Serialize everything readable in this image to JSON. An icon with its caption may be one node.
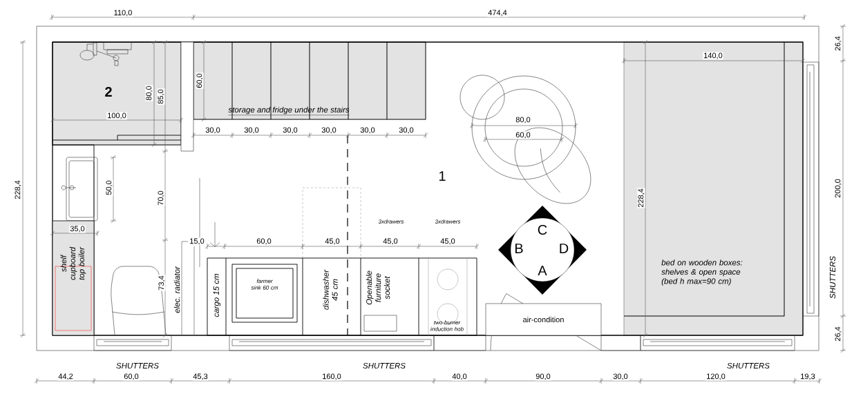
{
  "diagram": {
    "nodes": [
      {
        "text": [
          "air-condition"
        ]
      }
    ],
    "labels": [
      "110,0",
      "474,4",
      "26,4",
      "228,4",
      "2",
      "80,0",
      "85,0",
      "60,0",
      "100,0",
      "storage and fridge under the stairs",
      "140,0",
      "80,0",
      "60,0",
      "30,0",
      "30,0",
      "30,0",
      "30,0",
      "30,0",
      "30,0",
      "50,0",
      "70,0",
      "1",
      "228,4",
      "200,0",
      "3xdrawers",
      "3xdrawers",
      "C",
      "B",
      "D",
      "A",
      "35,0",
      "15,0",
      "60,0",
      "45,0",
      "45,0",
      "45,0",
      "shelf cupboard top boiler",
      "73,4",
      "elec. radiator",
      "cargo 15 cm",
      "farmer sink 60 cm",
      "dishwasher 45 cm",
      "Openable furniture socket",
      "two-burner induction hob",
      "bed on wooden boxes: shelves & open space (bed h max=90 cm)",
      "SHUTTERS",
      "SHUTTERS",
      "SHUTTERS",
      "SHUTTERS",
      "26,4",
      "44,2",
      "60,0",
      "45,3",
      "160,0",
      "40,0",
      "90,0",
      "30,0",
      "120,0",
      "19,3"
    ]
  }
}
